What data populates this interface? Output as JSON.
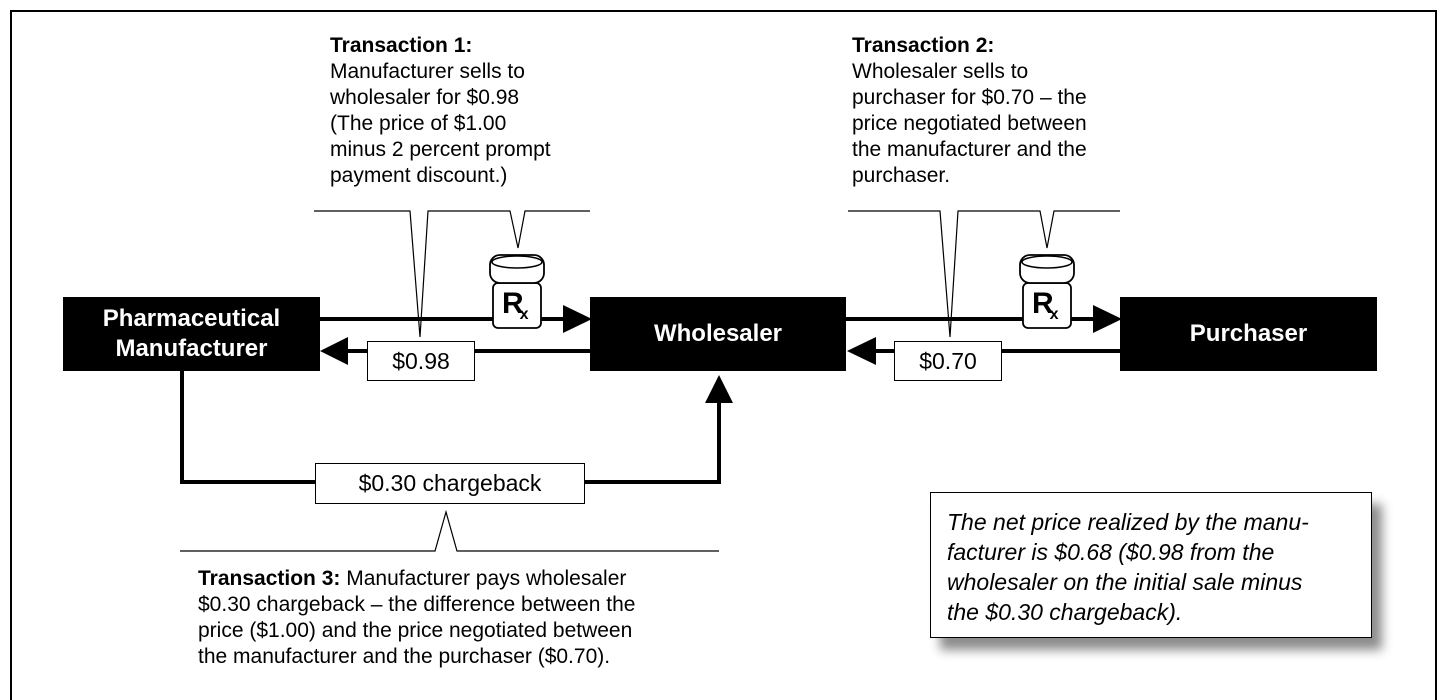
{
  "entities": {
    "manufacturer": "Pharmaceutical\nManufacturer",
    "wholesaler": "Wholesaler",
    "purchaser": "Purchaser"
  },
  "price_boxes": {
    "left": "$0.98",
    "right": "$0.70",
    "chargeback": "$0.30 chargeback"
  },
  "rx_symbol": "R",
  "transaction1": {
    "heading": "Transaction 1:",
    "lines": [
      "Manufacturer sells to",
      "wholesaler for $0.98",
      "(The price of $1.00",
      "minus 2 percent prompt",
      "payment discount.)"
    ]
  },
  "transaction2": {
    "heading": "Transaction 2:",
    "lines": [
      "Wholesaler sells to",
      "purchaser for $0.70 – the",
      "price negotiated between",
      "the manufacturer and the",
      "purchaser."
    ]
  },
  "transaction3": {
    "heading": "Transaction 3:",
    "first_line_rest": " Manufacturer pays wholesaler",
    "lines": [
      "$0.30 chargeback – the difference between the",
      "price ($1.00) and the price negotiated between",
      "the manufacturer and the purchaser ($0.70)."
    ]
  },
  "net_price_note": {
    "lines": [
      "The net price realized by the manu-",
      "facturer is $0.68 ($0.98 from the",
      "wholesaler on the initial sale minus",
      "the $0.30 chargeback)."
    ]
  }
}
